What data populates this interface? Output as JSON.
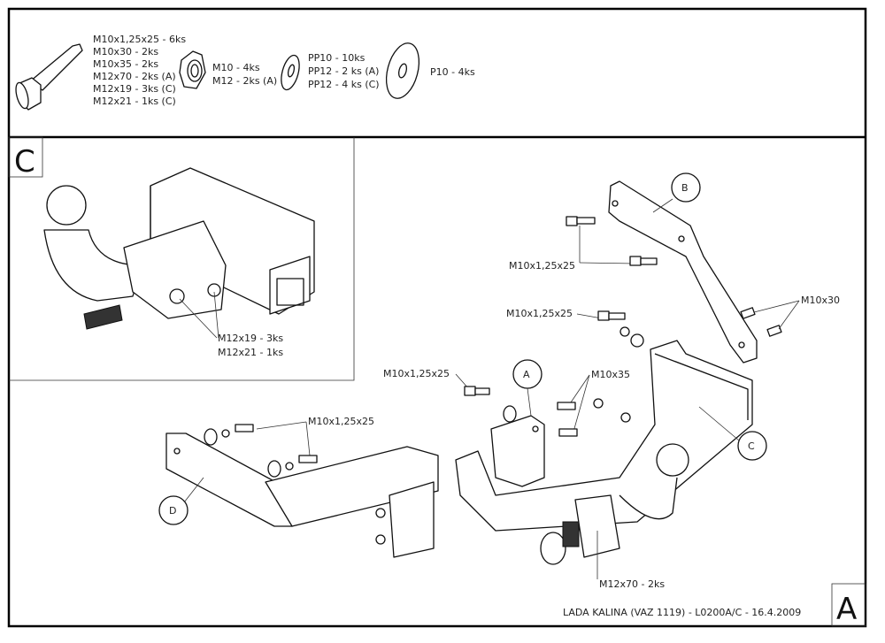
{
  "parts_list": {
    "bolts": [
      "M10x1,25x25 - 6ks",
      "M10x30 - 2ks",
      "M10x35 - 2ks",
      "M12x70 - 2ks (A)",
      "M12x19 - 3ks (C)",
      "M12x21 - 1ks (C)"
    ],
    "nuts": [
      "M10 - 4ks",
      "M12 - 2ks (A)"
    ],
    "spring_washers": [
      "PP10 - 10ks",
      "PP12 - 2 ks (A)",
      "PP12 - 4 ks (C)"
    ],
    "flat_washers": [
      "P10 - 4ks"
    ]
  },
  "detail_c": {
    "label": "C",
    "callouts": [
      "M12x19 - 3ks",
      "M12x21 - 1ks"
    ]
  },
  "assembly": {
    "part_labels": {
      "a": "A",
      "b": "B",
      "c": "C",
      "d": "D"
    },
    "callouts": {
      "b_upper": "M10x1,25x25",
      "b_lower": "M10x1,25x25",
      "right_upper": "M10x30",
      "a_left": "M10x1,25x25",
      "a_right": "M10x35",
      "d": "M10x1,25x25",
      "ball": "M12x70 - 2ks"
    }
  },
  "title_block": {
    "title": "LADA KALINA (VAZ 1119) - L0200A/C - 16.4.2009",
    "sheet_letter": "A"
  }
}
